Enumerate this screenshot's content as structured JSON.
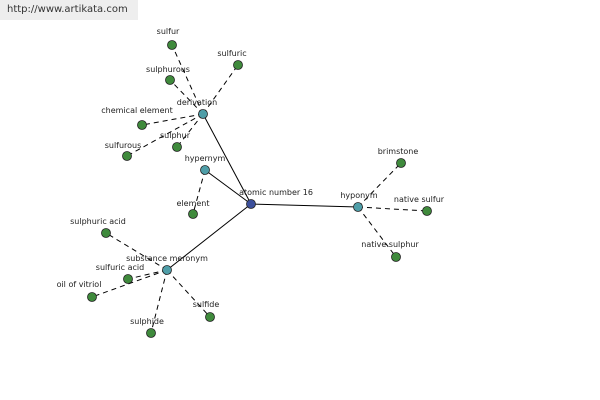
{
  "site_url": "http://www.artikata.com",
  "colors": {
    "center_node": "#3b4f9b",
    "category_node": "#4f9ea8",
    "leaf_node": "#3f8a3c",
    "node_stroke": "#222222",
    "edge": "#000000"
  },
  "graph": {
    "center": {
      "id": "center",
      "label": "atomic number 16"
    },
    "categories": [
      {
        "id": "derivation",
        "label": "derivation"
      },
      {
        "id": "hypernym",
        "label": "hypernym"
      },
      {
        "id": "hyponym",
        "label": "hyponym"
      },
      {
        "id": "substance-meronym",
        "label": "substance meronym"
      }
    ],
    "leaves": [
      {
        "id": "sulfur",
        "label": "sulfur",
        "parent": "derivation"
      },
      {
        "id": "sulfuric",
        "label": "sulfuric",
        "parent": "derivation"
      },
      {
        "id": "sulphurous",
        "label": "sulphurous",
        "parent": "derivation"
      },
      {
        "id": "chemical-element",
        "label": "chemical element",
        "parent": "derivation"
      },
      {
        "id": "sulphur",
        "label": "sulphur",
        "parent": "derivation"
      },
      {
        "id": "sulfurous",
        "label": "sulfurous",
        "parent": "derivation"
      },
      {
        "id": "element",
        "label": "element",
        "parent": "hypernym"
      },
      {
        "id": "brimstone",
        "label": "brimstone",
        "parent": "hyponym"
      },
      {
        "id": "native-sulfur",
        "label": "native sulfur",
        "parent": "hyponym"
      },
      {
        "id": "native-sulphur",
        "label": "native sulphur",
        "parent": "hyponym"
      },
      {
        "id": "sulphuric-acid",
        "label": "sulphuric acid",
        "parent": "substance-meronym"
      },
      {
        "id": "sulfuric-acid",
        "label": "sulfuric acid",
        "parent": "substance-meronym"
      },
      {
        "id": "oil-of-vitriol",
        "label": "oil of vitriol",
        "parent": "substance-meronym"
      },
      {
        "id": "sulfide",
        "label": "sulfide",
        "parent": "substance-meronym"
      },
      {
        "id": "sulphide",
        "label": "sulphide",
        "parent": "substance-meronym"
      }
    ]
  }
}
